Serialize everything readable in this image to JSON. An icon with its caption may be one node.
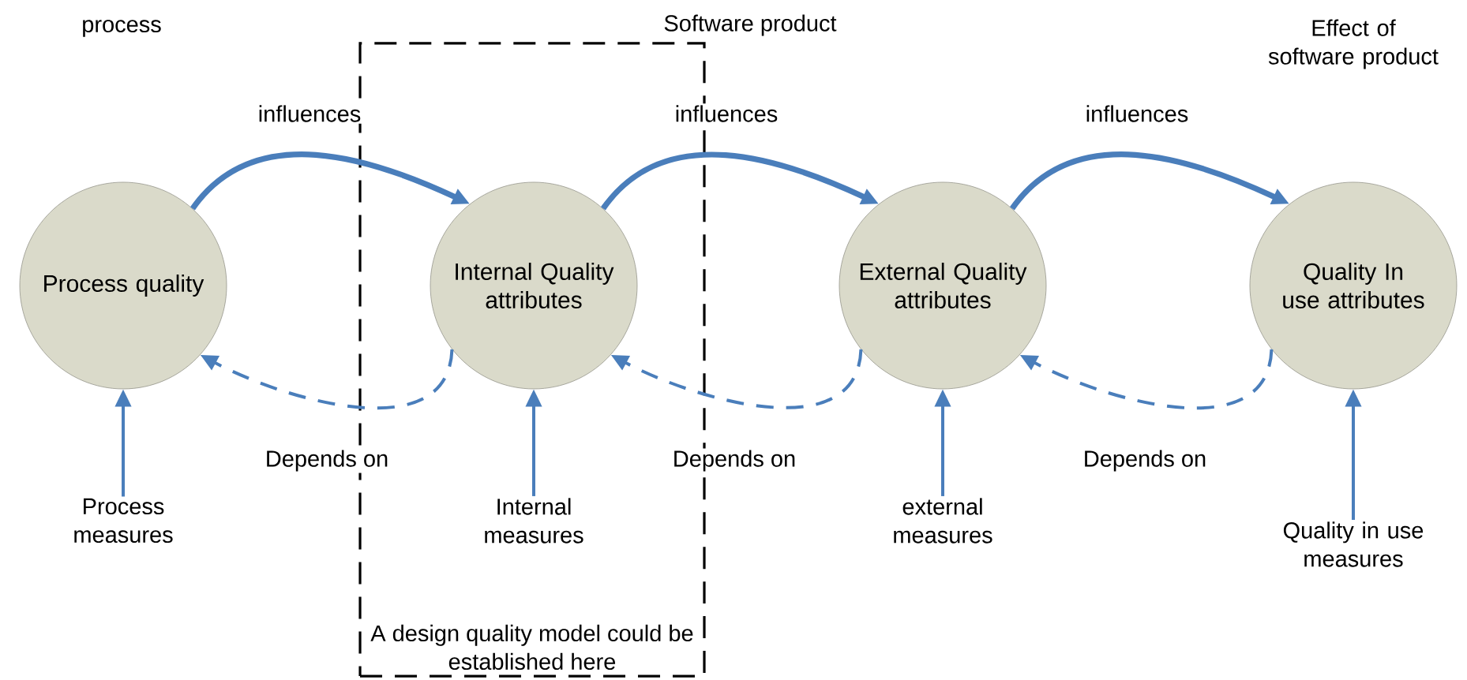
{
  "diagram": {
    "nodes": [
      {
        "text": [
          "A design quality model could be established here"
        ]
      },
      {
        "text": [
          "Process quality"
        ]
      },
      {
        "text": [
          "Internal Quality attributes"
        ],
        "in": 0
      },
      {
        "text": [
          "External Quality attributes"
        ]
      },
      {
        "text": [
          "Quality In use attributes"
        ]
      },
      {
        "text": [
          "Process measures"
        ]
      },
      {
        "text": [
          "Internal measures"
        ],
        "in": 0
      },
      {
        "text": [
          "external measures"
        ]
      },
      {
        "text": [
          "Quality in use measures"
        ]
      }
    ],
    "edges": [
      {
        "from": 1,
        "to": 2,
        "arrow": "to",
        "label": "influences",
        "style": "thick"
      },
      {
        "from": 2,
        "to": 3,
        "arrow": "to",
        "label": "influences",
        "style": "thick"
      },
      {
        "from": 3,
        "to": 4,
        "arrow": "to",
        "label": "influences",
        "style": "thick"
      },
      {
        "from": 2,
        "to": 1,
        "arrow": "to",
        "label": "Depends on",
        "style": "dashed"
      },
      {
        "from": 3,
        "to": 2,
        "arrow": "to",
        "label": "Depends on",
        "style": "dashed"
      },
      {
        "from": 4,
        "to": 3,
        "arrow": "to",
        "label": "Depends on",
        "style": "dashed"
      },
      {
        "from": 5,
        "to": 1,
        "arrow": "to"
      },
      {
        "from": 6,
        "to": 2,
        "arrow": "to"
      },
      {
        "from": 7,
        "to": 3,
        "arrow": "to"
      },
      {
        "from": 8,
        "to": 4,
        "arrow": "to"
      }
    ],
    "labels": [
      "process",
      "Software product",
      "Effect of software product"
    ]
  }
}
